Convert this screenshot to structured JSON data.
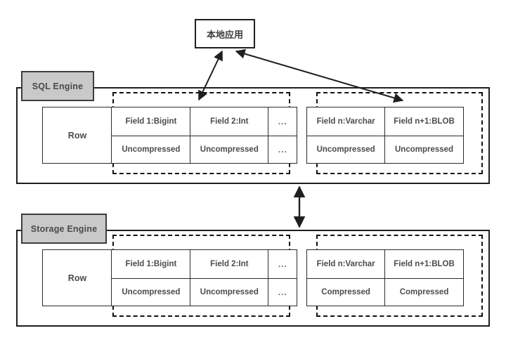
{
  "diagram": {
    "app_box": {
      "label": "本地应用"
    },
    "sections": [
      {
        "id": "sql",
        "chip_label": "SQL Engine",
        "row_label": "Row",
        "ellipsis": "...",
        "groups": [
          {
            "name": "left-field-group",
            "fields": [
              {
                "header": "Field 1:Bigint",
                "state": "Uncompressed"
              },
              {
                "header": "Field 2:Int",
                "state": "Uncompressed"
              }
            ]
          },
          {
            "name": "right-field-group",
            "fields": [
              {
                "header": "Field n:Varchar",
                "state": "Uncompressed"
              },
              {
                "header": "Field n+1:BLOB",
                "state": "Uncompressed"
              }
            ]
          }
        ]
      },
      {
        "id": "storage",
        "chip_label": "Storage Engine",
        "row_label": "Row",
        "ellipsis": "...",
        "groups": [
          {
            "name": "left-field-group",
            "fields": [
              {
                "header": "Field 1:Bigint",
                "state": "Uncompressed"
              },
              {
                "header": "Field 2:Int",
                "state": "Uncompressed"
              }
            ]
          },
          {
            "name": "right-field-group",
            "fields": [
              {
                "header": "Field n:Varchar",
                "state": "Compressed"
              },
              {
                "header": "Field n+1:BLOB",
                "state": "Compressed"
              }
            ]
          }
        ]
      }
    ],
    "connectors": [
      {
        "name": "app-to-sql-left-group",
        "style": "double-headed-arrow"
      },
      {
        "name": "app-to-sql-right-group",
        "style": "double-headed-arrow"
      },
      {
        "name": "sql-to-storage-engine",
        "style": "double-headed-arrow"
      }
    ],
    "colors": {
      "chip_fill": "#c9c9c9",
      "chip_border": "#3d3d3d",
      "line": "#1f1f1f",
      "text": "#4b4b4b",
      "background": "#ffffff"
    }
  }
}
